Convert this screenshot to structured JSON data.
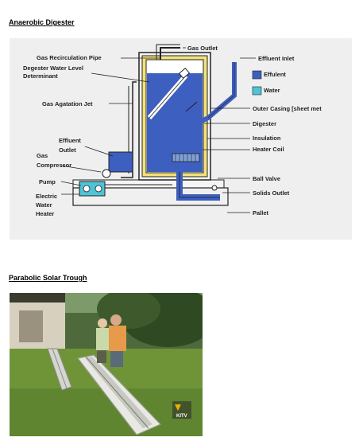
{
  "section1": {
    "heading": "Anaerobic Digester"
  },
  "section2": {
    "heading": "Parabolic Solar Trough"
  },
  "diagram": {
    "labels": {
      "gas_outlet": "Gas Outlet",
      "effluent_inlet": "Effluent Inlet",
      "gas_recirculation_pipe": "Gas Recirculation Pipe",
      "degester_water_level_1": "Degester Water Level",
      "degester_water_level_2": "Determinant",
      "gas_agitation_jet": "Gas Agatation Jet",
      "effluent_left_1": "Effluent",
      "effluent_left_2": "Outlet",
      "gas_compressor_1": "Gas",
      "gas_compressor_2": "Compressor",
      "pump": "Pump",
      "heater_1": "Electric",
      "heater_2": "Water",
      "heater_3": "Heater",
      "legend_effluent": "Effulent",
      "legend_water": "Water",
      "outer_casing": "Outer Casing [sheet met",
      "digester": "Digester",
      "insulation": "Insulation",
      "heater_coil": "Heater Coil",
      "ball_valve": "Ball Valve",
      "solids_outlet": "Solids Outlet",
      "pallet": "Pallet"
    },
    "colors": {
      "effluent": "#3d5fbf",
      "water": "#4fc3d8",
      "insulation": "#f3e27a"
    }
  },
  "photo": {
    "watermark": "KITV"
  }
}
